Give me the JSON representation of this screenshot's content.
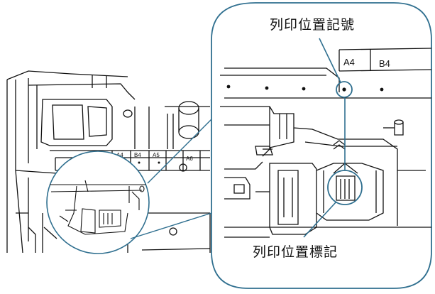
{
  "labels": {
    "print_position_mark": "列印位置記號",
    "print_position_label": "列印位置標記"
  },
  "scale_main": [
    "A4",
    "B4",
    "A5",
    "A6"
  ],
  "scale_zoom": [
    "A4",
    "B4"
  ],
  "colors": {
    "line": "#111111",
    "accent": "#2f6f8f",
    "background": "#ffffff"
  }
}
